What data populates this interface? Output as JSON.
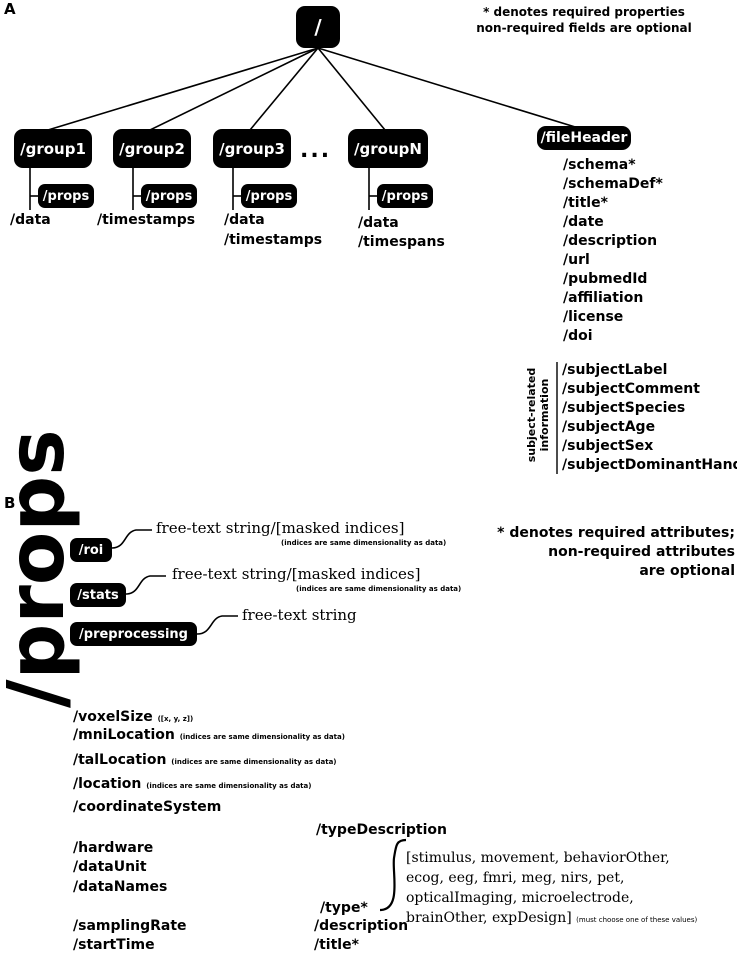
{
  "panel_a": {
    "label": "A",
    "root": "/",
    "note_line1": "* denotes required properties",
    "note_line2": "non-required fields are optional",
    "ellipsis": "...",
    "groups": [
      {
        "name": "/group1",
        "props": "/props",
        "children": [
          "/data"
        ]
      },
      {
        "name": "/group2",
        "props": "/props",
        "children": [
          "/timestamps"
        ]
      },
      {
        "name": "/group3",
        "props": "/props",
        "children": [
          "/data",
          "/timestamps"
        ]
      },
      {
        "name": "/groupN",
        "props": "/props",
        "children": [
          "/data",
          "/timespans"
        ]
      }
    ],
    "file_header": {
      "name": "/fileHeader",
      "fields": [
        "/schema*",
        "/schemaDef*",
        "/title*",
        "/date",
        "/description",
        "/url",
        "/pubmedId",
        "/affiliation",
        "/license",
        "/doi"
      ],
      "subject_group_label_line1": "subject-related",
      "subject_group_label_line2": "information",
      "subject_fields": [
        "/subjectLabel",
        "/subjectComment",
        "/subjectSpecies",
        "/subjectAge",
        "/subjectSex",
        "/subjectDominantHand"
      ]
    }
  },
  "panel_b": {
    "label": "B",
    "title": "/props",
    "note_line1": "* denotes required attributes;",
    "note_line2": "non-required attributes",
    "note_line3": "are optional",
    "roi": {
      "name": "/roi",
      "text": "free-text string/[masked indices]",
      "sub": "(indices are same dimensionality as data)"
    },
    "stats": {
      "name": "/stats",
      "text": "free-text string/[masked indices]",
      "sub": "(indices are same dimensionality as data)"
    },
    "preprocessing": {
      "name": "/preprocessing",
      "text": "free-text string"
    },
    "attrs": {
      "voxelSize": "/voxelSize",
      "voxelSize_sub": "([x, y, z])",
      "mniLocation": "/mniLocation",
      "mniLocation_sub": "(indices are same dimensionality as data)",
      "talLocation": "/talLocation",
      "talLocation_sub": "(indices are same dimensionality as data)",
      "location": "/location",
      "location_sub": "(indices are same dimensionality as data)",
      "coordinateSystem": "/coordinateSystem",
      "hardware": "/hardware",
      "dataUnit": "/dataUnit",
      "dataNames": "/dataNames",
      "samplingRate": "/samplingRate",
      "startTime": "/startTime",
      "typeDescription": "/typeDescription",
      "type": "/type*",
      "description": "/description",
      "title": "/title*"
    },
    "type_values": {
      "line1": "[stimulus, movement,  behaviorOther,",
      "line2": "ecog, eeg, fmri, meg, nirs, pet,",
      "line3": "opticalImaging, microelectrode,",
      "line4": "brainOther, expDesign]",
      "sub": "(must choose one of these values)"
    }
  }
}
